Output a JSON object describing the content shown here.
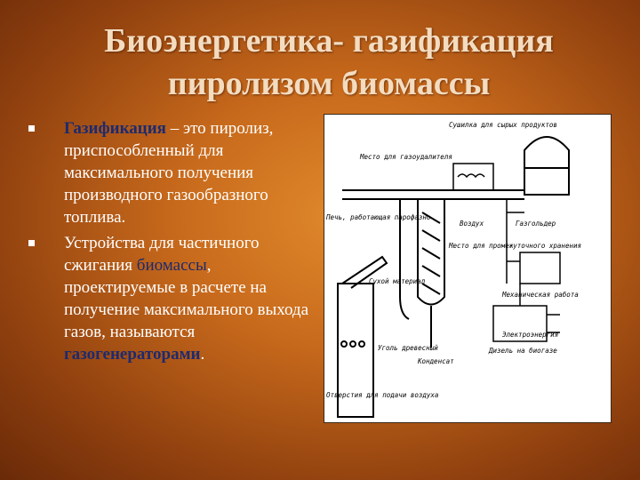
{
  "slide": {
    "title_line1": "Биоэнергетика- газификация",
    "title_line2": "пиролизом биомассы",
    "bullet1": {
      "term": "Газификация",
      "rest": " – это пиролиз, приспособленный для максимального получения производного газообразного топлива."
    },
    "bullet2": {
      "text1": "Устройства для частичного сжигания ",
      "link1": "биомассы",
      "text2": ", проектируемые в расчете на получение максимального выхода газов, называются ",
      "link2": "газогенераторами",
      "text3": "."
    }
  },
  "diagram": {
    "labels": {
      "top_right": "Сушилка для сырых продуктов",
      "top_left": "Место для газоудалителя",
      "furnace": "Печь, работающая парофазно",
      "air": "Воздух",
      "gasholder": "Газгольдер",
      "storage": "Место для промежуточного хранения",
      "dry_material": "Сухой материал",
      "mech_work": "Механическая работа",
      "diesel": "Дизель на биогазе",
      "electricity": "Электроэнергия",
      "charcoal": "Уголь древесный",
      "condensate": "Конденсат",
      "openings": "Отверстия для подачи воздуха"
    }
  },
  "colors": {
    "title": "#f3dcc0",
    "body_text": "#ffffff",
    "highlight": "#1e2a6e"
  }
}
